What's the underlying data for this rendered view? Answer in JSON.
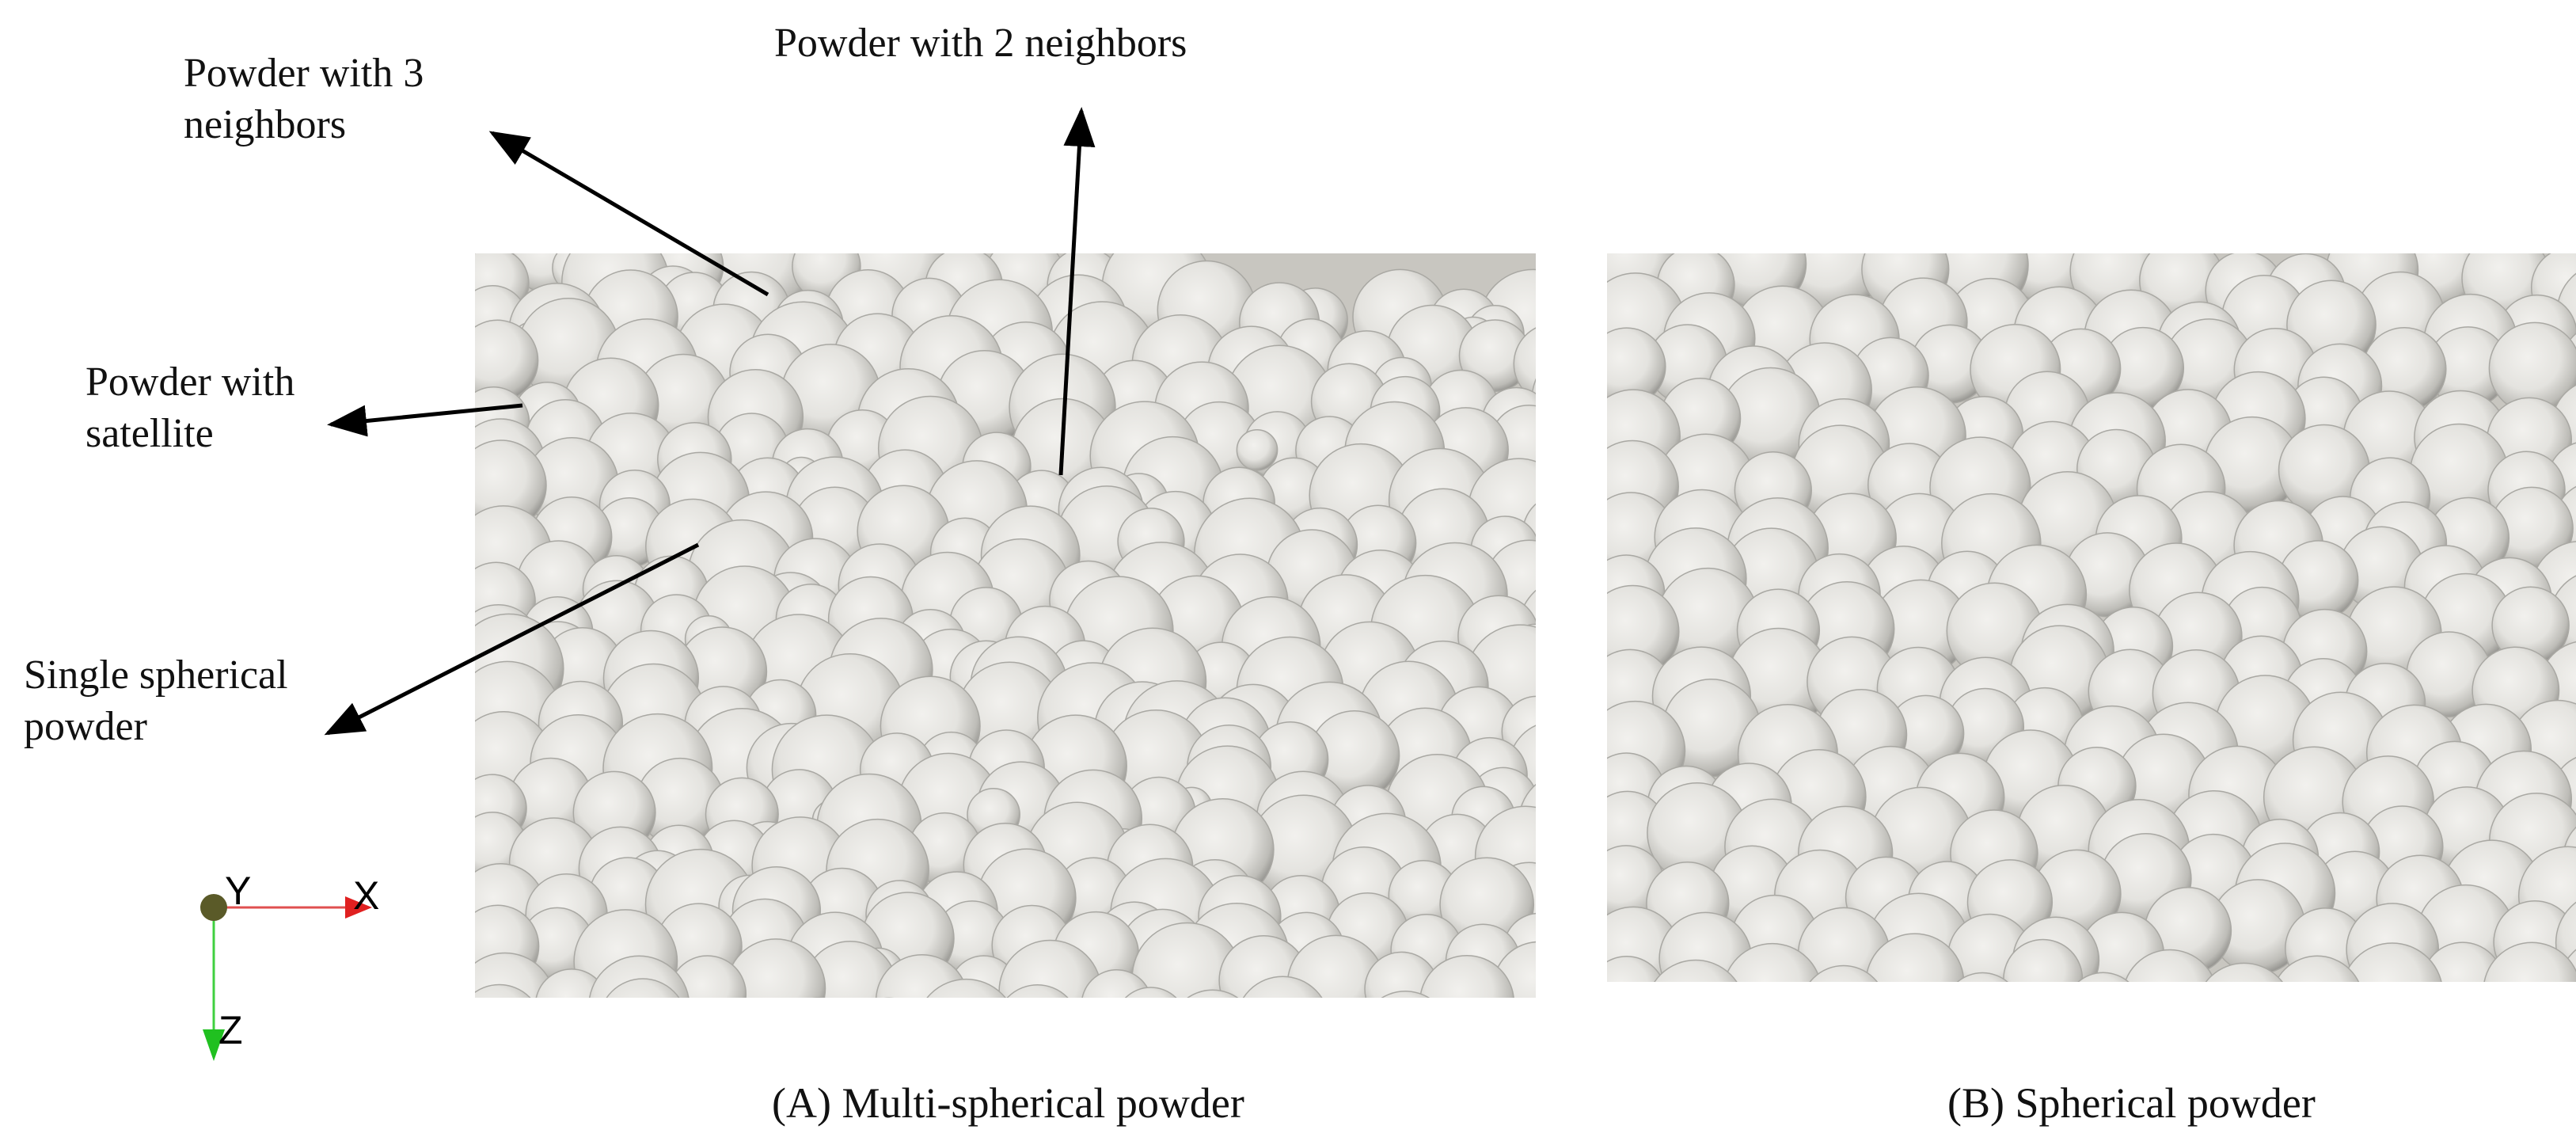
{
  "annotations": {
    "three_neighbors": "Powder with 3\nneighbors",
    "two_neighbors": "Powder with 2 neighbors",
    "satellite": "Powder with\nsatellite",
    "single": "Single spherical\npowder"
  },
  "axes": {
    "y": "Y",
    "x": "X",
    "z": "Z"
  },
  "captions": {
    "a": "(A) Multi-spherical powder",
    "b": "(B) Spherical powder"
  },
  "colors": {
    "background_slab": "#c8c6c0",
    "particle": "#e4e3df",
    "particle_shadow": "#8f8e8a",
    "arrow": "#000000",
    "x_axis": "#e05050",
    "z_axis": "#40d040",
    "origin": "#5a5a28"
  }
}
